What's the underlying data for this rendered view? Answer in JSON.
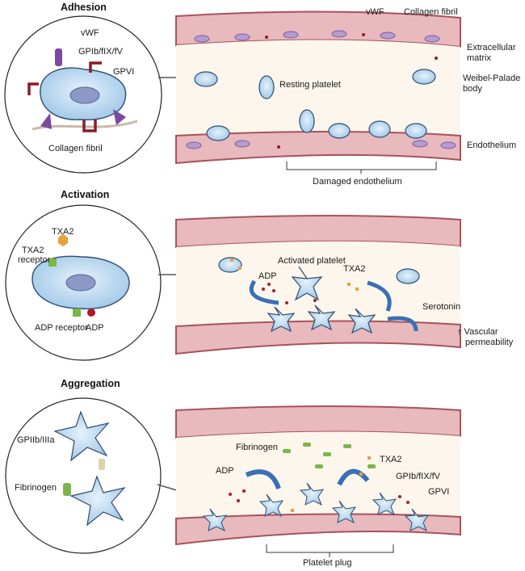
{
  "panels": {
    "adhesion": {
      "title": "Adhesion",
      "inset_labels": {
        "vwf": "vWF",
        "gpib": "GPIb/fIX/fV",
        "gpvi": "GPVI",
        "collagen": "Collagen fibril"
      },
      "vessel_labels": {
        "vwf": "vWF",
        "collagen": "Collagen fibril",
        "ecm_line1": "Extracellular",
        "ecm_line2": "matrix",
        "wp_line1": "Weibel-Palade",
        "wp_line2": "body",
        "resting": "Resting platelet",
        "endothelium": "Endothelium",
        "damaged": "Damaged endothelium"
      }
    },
    "activation": {
      "title": "Activation",
      "inset_labels": {
        "txa2": "TXA2",
        "txa2_receptor_line1": "TXA2",
        "txa2_receptor_line2": "receptor",
        "adp_receptor": "ADP receptor",
        "adp": "ADP"
      },
      "vessel_labels": {
        "activated": "Activated platelet",
        "adp": "ADP",
        "txa2": "TXA2",
        "serotonin": "Serotonin",
        "vascular_line1": "↑ Vascular",
        "vascular_line2": "permeability"
      }
    },
    "aggregation": {
      "title": "Aggregation",
      "inset_labels": {
        "gpiib": "GPIIb/IIIa",
        "fibrinogen": "Fibrinogen"
      },
      "vessel_labels": {
        "fibrinogen": "Fibrinogen",
        "txa2": "TXA2",
        "adp": "ADP",
        "gpib": "GPIb/fIX/fV",
        "gpvi": "GPVI",
        "plug": "Platelet plug"
      }
    }
  },
  "colors": {
    "vessel_wall": "#e8b9bd",
    "wall_edge": "#a8525b",
    "lumen": "#fdf6ec",
    "platelet": "#c5dff3",
    "platelet_edge": "#2d4e73",
    "nucleus": "#8c98c6",
    "receptor_purple": "#7a4aa0",
    "receptor_red": "#8a1d28",
    "fibrinogen": "#7ab648",
    "arrow_blue": "#3a6fb5",
    "adp": "#b0182a",
    "txa2": "#e8a040"
  }
}
